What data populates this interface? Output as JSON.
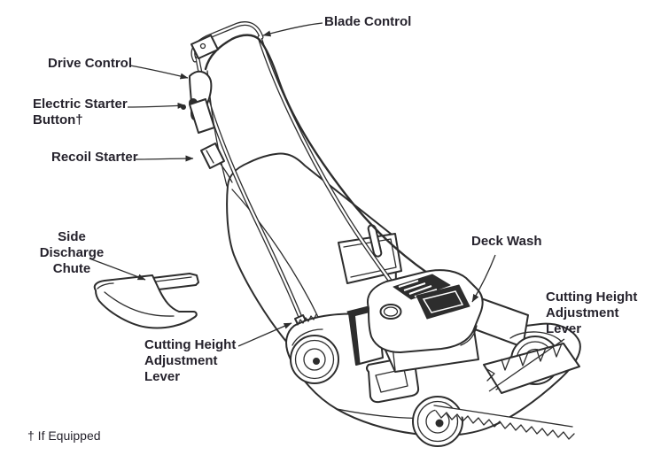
{
  "diagram": {
    "subject": "walk-behind lawn mower parts diagram",
    "footnote": "† If Equipped",
    "labels": {
      "blade_control": "Blade Control",
      "drive_control": "Drive Control",
      "electric_starter_button": "Electric Starter\nButton†",
      "recoil_starter": "Recoil Starter",
      "side_discharge_chute": "Side Discharge\nChute",
      "deck_wash": "Deck Wash",
      "cutting_height_right": "Cutting Height\nAdjustment\nLever",
      "cutting_height_bottom": "Cutting Height\nAdjustment\nLever"
    },
    "colors": {
      "label_text": "#26232d",
      "line_art": "#2d2d2d",
      "background": "#ffffff"
    }
  }
}
